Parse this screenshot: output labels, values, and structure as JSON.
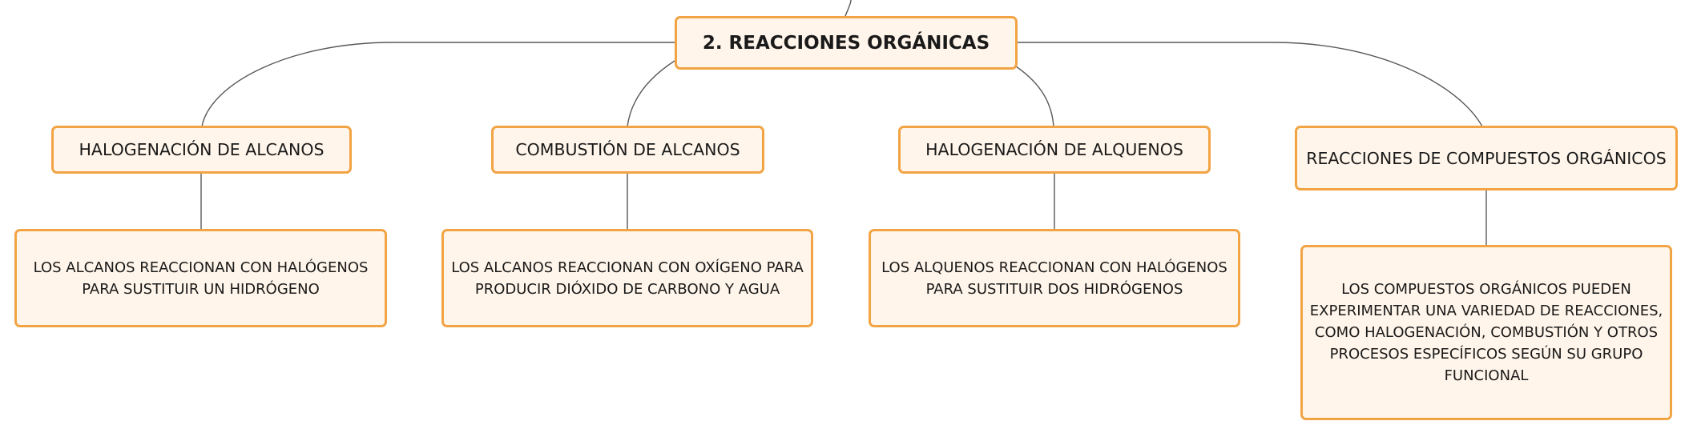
{
  "root": {
    "label": "2. REACCIONES ORGÁNICAS"
  },
  "topics": [
    {
      "label": "HALOGENACIÓN DE ALCANOS",
      "description": "LOS ALCANOS REACCIONAN CON HALÓGENOS PARA SUSTITUIR UN HIDRÓGENO"
    },
    {
      "label": "COMBUSTIÓN DE ALCANOS",
      "description": "LOS ALCANOS REACCIONAN CON OXÍGENO PARA PRODUCIR DIÓXIDO DE CARBONO Y AGUA"
    },
    {
      "label": "HALOGENACIÓN DE ALQUENOS",
      "description": "LOS ALQUENOS REACCIONAN CON HALÓGENOS PARA SUSTITUIR DOS HIDRÓGENOS"
    },
    {
      "label": "REACCIONES DE COMPUESTOS ORGÁNICOS",
      "description": "LOS COMPUESTOS ORGÁNICOS PUEDEN EXPERIMENTAR UNA VARIEDAD DE REACCIONES, COMO HALOGENACIÓN, COMBUSTIÓN Y OTROS PROCESOS ESPECÍFICOS SEGÚN SU GRUPO FUNCIONAL"
    }
  ],
  "colors": {
    "node_border": "#f2a444",
    "node_fill": "#fff5ea",
    "connector": "#595959"
  }
}
